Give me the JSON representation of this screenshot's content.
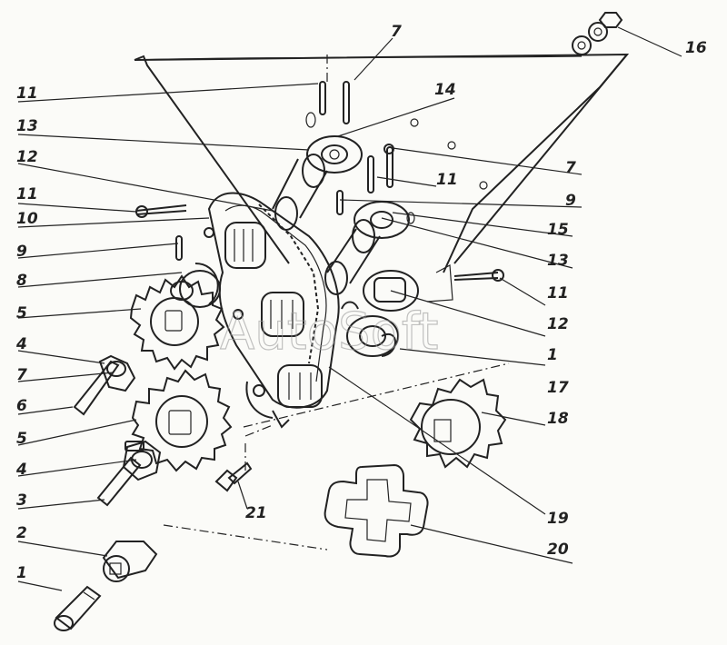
{
  "diagram": {
    "watermark": "AutoSoft",
    "callouts": [
      {
        "id": "c16-top",
        "text": "16"
      },
      {
        "id": "c7-top",
        "text": "7"
      },
      {
        "id": "c11-a",
        "text": "11"
      },
      {
        "id": "c14",
        "text": "14"
      },
      {
        "id": "c13-a",
        "text": "13"
      },
      {
        "id": "c12-a",
        "text": "12"
      },
      {
        "id": "c7-right",
        "text": "7"
      },
      {
        "id": "c11-mid",
        "text": "11"
      },
      {
        "id": "c11-b",
        "text": "11"
      },
      {
        "id": "c9-right",
        "text": "9"
      },
      {
        "id": "c10",
        "text": "10"
      },
      {
        "id": "c15",
        "text": "15"
      },
      {
        "id": "c9-left",
        "text": "9"
      },
      {
        "id": "c13-b",
        "text": "13"
      },
      {
        "id": "c8",
        "text": "8"
      },
      {
        "id": "c11-c",
        "text": "11"
      },
      {
        "id": "c5-a",
        "text": "5"
      },
      {
        "id": "c12-b",
        "text": "12"
      },
      {
        "id": "c4-a",
        "text": "4"
      },
      {
        "id": "c1-right",
        "text": "1"
      },
      {
        "id": "c7-left",
        "text": "7"
      },
      {
        "id": "c6",
        "text": "6"
      },
      {
        "id": "c17",
        "text": "17"
      },
      {
        "id": "c18",
        "text": "18"
      },
      {
        "id": "c5-b",
        "text": "5"
      },
      {
        "id": "c4-b",
        "text": "4"
      },
      {
        "id": "c3",
        "text": "3"
      },
      {
        "id": "c21",
        "text": "21"
      },
      {
        "id": "c19",
        "text": "19"
      },
      {
        "id": "c2",
        "text": "2"
      },
      {
        "id": "c20",
        "text": "20"
      },
      {
        "id": "c1-left",
        "text": "1"
      }
    ]
  }
}
